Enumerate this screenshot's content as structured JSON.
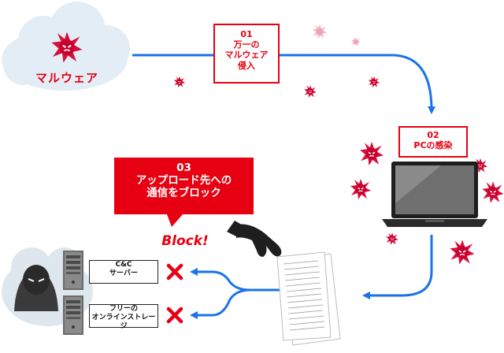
{
  "cloud": {
    "label": "マルウェア"
  },
  "steps": [
    {
      "number": "01",
      "text": "万一の\nマルウェア\n侵入"
    },
    {
      "number": "02",
      "text": "PCの感染"
    },
    {
      "number": "03",
      "text": "アップロード先への\n通信をブロック"
    }
  ],
  "block_label": "Block!",
  "servers": [
    {
      "label": "C&C\nサーバー"
    },
    {
      "label": "フリーの\nオンラインストレージ"
    }
  ],
  "colors": {
    "accent": "#e60012",
    "flow": "#1a73e8",
    "cloud": "#e3edf6"
  }
}
